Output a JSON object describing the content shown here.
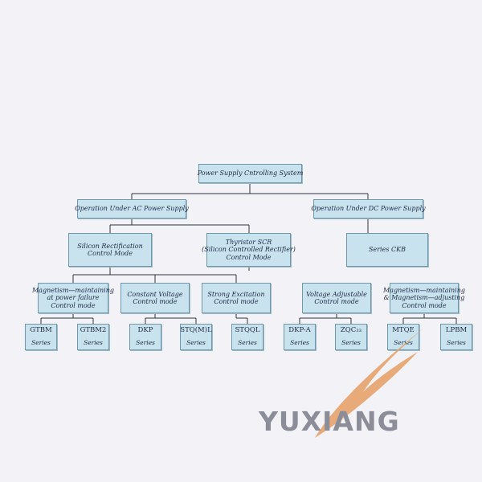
{
  "root": [
    "Power Supply Cntrolling System"
  ],
  "ac": [
    "Operation Under AC Power Supply"
  ],
  "dc": [
    "Operation Under DC Power Supply"
  ],
  "silicon": [
    "Silicon Rectification",
    "Control Mode"
  ],
  "thyristor": [
    "Thyristor SCR",
    "(Silicon Controlled Rectifier)",
    "Control Mode"
  ],
  "ckb": [
    "Series CKB"
  ],
  "magnet_fail": [
    "Magnetism—maintaining",
    "at power failure",
    "Control mode"
  ],
  "const_voltage": [
    "Constant Voltage",
    "Control mode"
  ],
  "strong_exc": [
    "Strong Excitation",
    "Control mode"
  ],
  "volt_adj": [
    "Voltage Adjustable",
    "Control mode"
  ],
  "magnet_adj": [
    "Magnetism—maintaining",
    "& Magnetism—adjusting",
    "Control mode"
  ],
  "series_word": "Series",
  "leaves": [
    "GTBM",
    "GTBM2",
    "DKP",
    "STQ(M)L",
    "STQQL",
    "DKP-A",
    "ZQC₃₃",
    "MTQE",
    "LPBM"
  ],
  "logo": {
    "text": "YUXIANG",
    "colors": {
      "text": "#8b8d99",
      "swoosh": "#e8a26a"
    }
  },
  "colors": {
    "box": "#c9e3ee",
    "border": "#6f98ad",
    "line": "#2d3340",
    "text": "#1e2a44"
  }
}
